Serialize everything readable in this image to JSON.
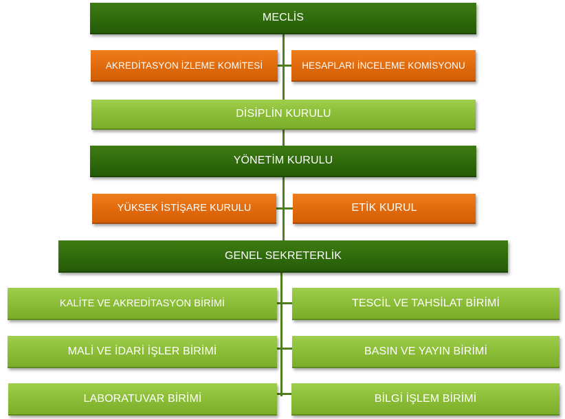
{
  "org_chart": {
    "meclis": "MECLİS",
    "akreditasyon_izleme": "AKREDİTASYON İZLEME KOMİTESİ",
    "hesaplari_inceleme": "HESAPLARI İNCELEME KOMİSYONU",
    "disiplin": "DİSİPLİN KURULU",
    "yonetim": "YÖNETİM KURULU",
    "yuksek_istisare": "YÜKSEK İSTİŞARE KURULU",
    "etik": "ETİK KURUL",
    "genel_sekreterlik": "GENEL SEKRETERLİK",
    "units": {
      "kalite": "KALİTE VE AKREDİTASYON BİRİMİ",
      "tescil": "TESCİL VE TAHSİLAT BİRİMİ",
      "mali": "MALİ VE İDARİ İŞLER BİRİMİ",
      "basin": "BASIN VE YAYIN BİRİMİ",
      "laboratuvar": "LABORATUVAR BİRİMİ",
      "bilgi": "BİLGİ İŞLEM BİRİMİ"
    }
  },
  "colors": {
    "dark_green": "#2f6a0c",
    "light_green": "#8bbd37",
    "orange": "#e06a0c",
    "connector": "#4e7f1a"
  }
}
